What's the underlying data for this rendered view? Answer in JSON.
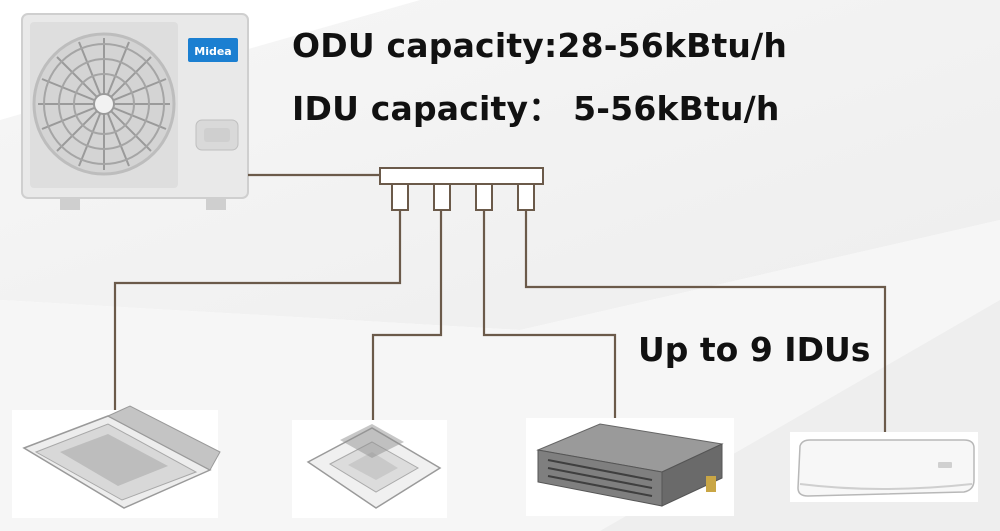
{
  "diagram": {
    "odu_capacity": "ODU capacity:28-56kBtu/h",
    "idu_capacity": "IDU capacity： 5-56kBtu/h",
    "idu_count": "Up to 9 IDUs",
    "brand_logo": "Midea"
  },
  "colors": {
    "pipe": "#6b5a4a",
    "unit_body": "#e8e8e8",
    "unit_shadow": "#cfcfcf",
    "logo_blue": "#1b7fd1",
    "text": "#111111"
  },
  "icons": [
    "outdoor-unit",
    "branch-manifold",
    "one-way-cassette-icon",
    "four-way-cassette-icon",
    "ducted-unit-icon",
    "wall-split-icon"
  ]
}
